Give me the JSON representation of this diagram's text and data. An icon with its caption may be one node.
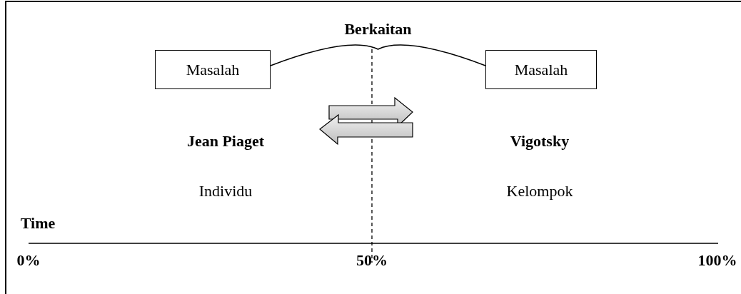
{
  "diagram": {
    "nodes": [
      {
        "text": [
          "Masalah"
        ]
      },
      {
        "text": [
          "Masalah"
        ]
      }
    ],
    "edges": [
      {
        "from": 0,
        "to": 1,
        "arrow": "none",
        "label": "Berkaitan"
      }
    ],
    "labels": [
      "Jean Piaget",
      "Vigotsky",
      "Individu",
      "Kelompok",
      "Time",
      "0%",
      "50%",
      "100%"
    ]
  }
}
